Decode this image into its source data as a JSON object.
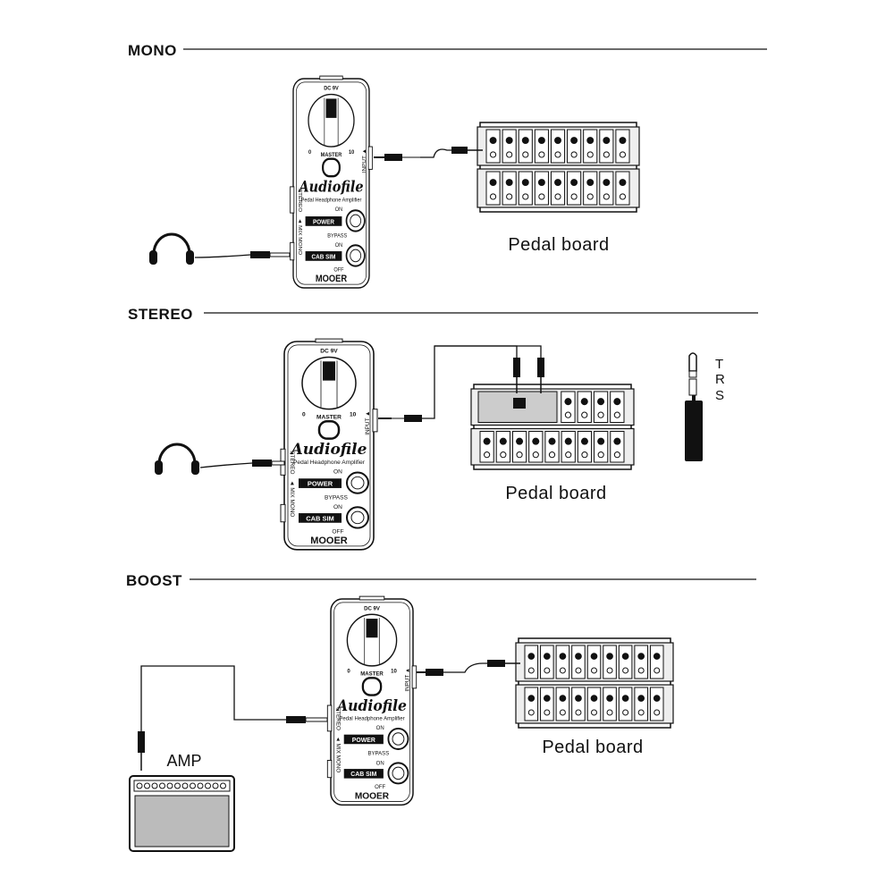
{
  "sections": [
    {
      "title": "MONO",
      "board_label": "Pedal board"
    },
    {
      "title": "STEREO",
      "board_label": "Pedal board"
    },
    {
      "title": "BOOST",
      "board_label": "Pedal board"
    }
  ],
  "pedal": {
    "power_jack": "DC 9V",
    "knob_label": "MASTER",
    "knob_min": "0",
    "knob_max": "10",
    "logo": "Audiofile",
    "subtitle": "Pedal Headphone Amplifier",
    "switch1_label": "POWER",
    "switch1_top": "ON",
    "switch1_bottom": "BYPASS",
    "switch2_label": "CAB SIM",
    "switch2_top": "ON",
    "switch2_bottom": "OFF",
    "brand": "MOOER",
    "input_label": "INPUT ▲",
    "stereo_label": "STEREO",
    "mono_label": "◄ MIX MONO"
  },
  "trs": {
    "t": "T",
    "r": "R",
    "s": "S"
  },
  "amp_label": "AMP"
}
